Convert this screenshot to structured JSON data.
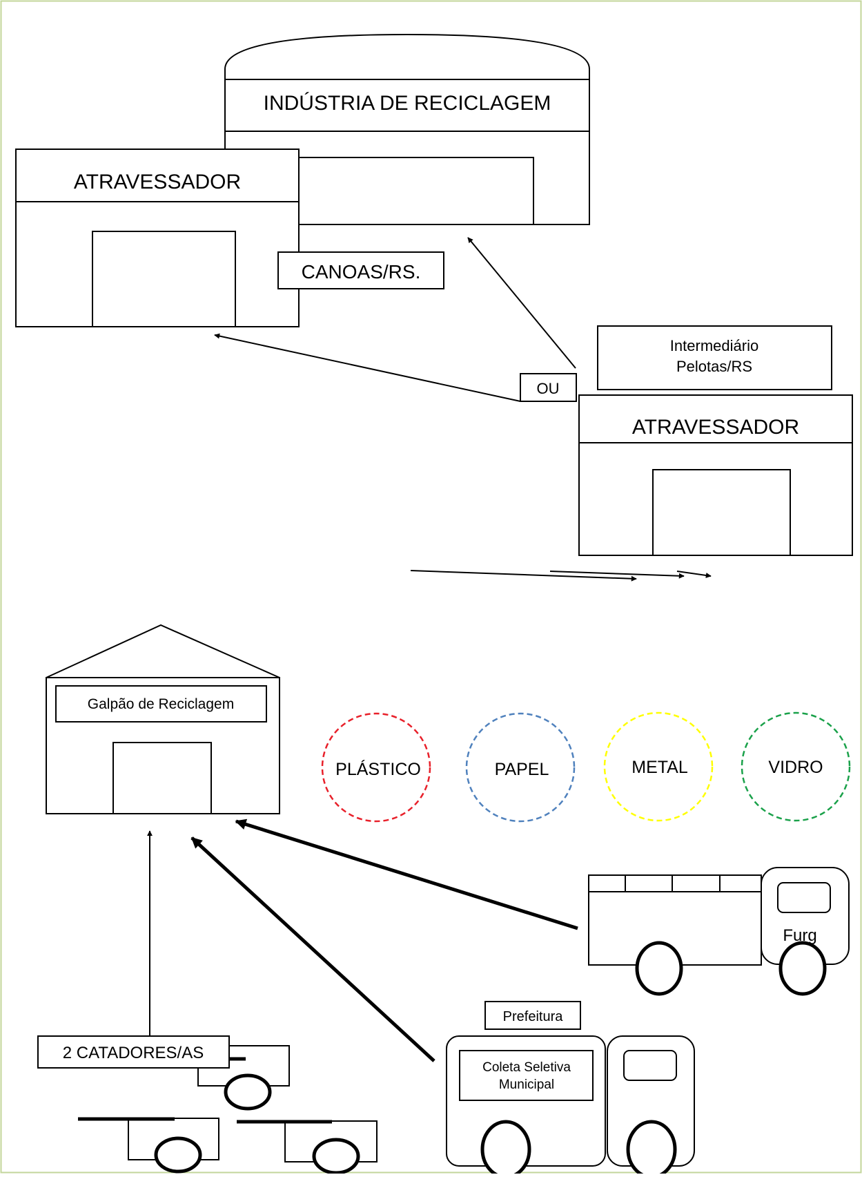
{
  "industria": {
    "label": "INDÚSTRIA DE RECICLAGEM"
  },
  "atravessador_canoas": {
    "label": "ATRAVESSADOR",
    "location": "CANOAS/RS."
  },
  "atravessador_pelotas": {
    "label": "ATRAVESSADOR",
    "note_line1": "Intermediário",
    "note_line2": "Pelotas/RS"
  },
  "ou_label": "OU",
  "galpao": {
    "label": "Galpão de Reciclagem"
  },
  "materials": [
    {
      "label": "PLÁSTICO",
      "color": "#e8202a"
    },
    {
      "label": "PAPEL",
      "color": "#4f81bd"
    },
    {
      "label": "METAL",
      "color": "#ffff00"
    },
    {
      "label": "VIDRO",
      "color": "#1aa14a"
    }
  ],
  "furg_truck": {
    "label": "Furg"
  },
  "prefeitura_truck": {
    "owner": "Prefeitura",
    "line1": "Coleta Seletiva",
    "line2": "Municipal"
  },
  "catadores": {
    "label": "2 CATADORES/AS"
  },
  "colors": {
    "border": "#c3d69b"
  }
}
